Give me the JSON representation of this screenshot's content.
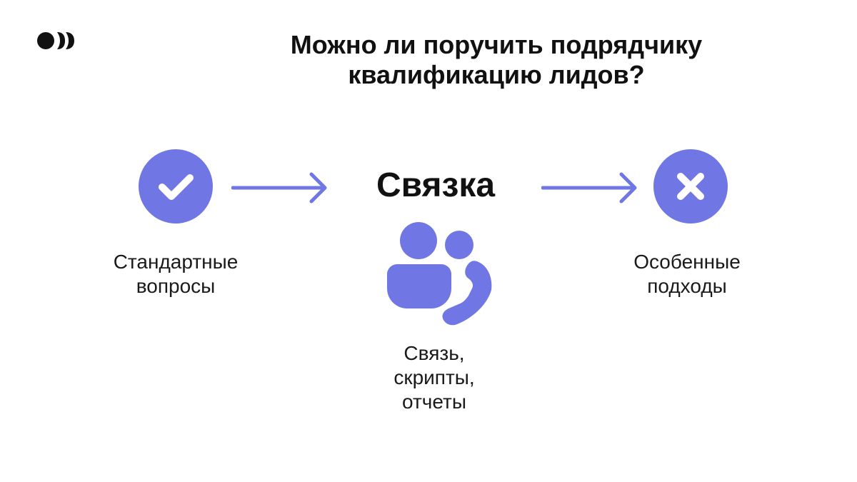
{
  "title": {
    "line1": "Можно ли поручить подрядчику",
    "line2": "квалификацию лидов?"
  },
  "center": {
    "label": "Связка",
    "icon": "people-phone-icon",
    "caption": [
      "Связь,",
      "скрипты,",
      "отчеты"
    ]
  },
  "left": {
    "icon": "check-icon",
    "caption": [
      "Стандартные",
      "вопросы"
    ]
  },
  "right": {
    "icon": "cross-icon",
    "caption": [
      "Особенные",
      "подходы"
    ]
  },
  "colors": {
    "accent": "#7077E5",
    "text": "#111111",
    "background": "#FFFFFF"
  }
}
